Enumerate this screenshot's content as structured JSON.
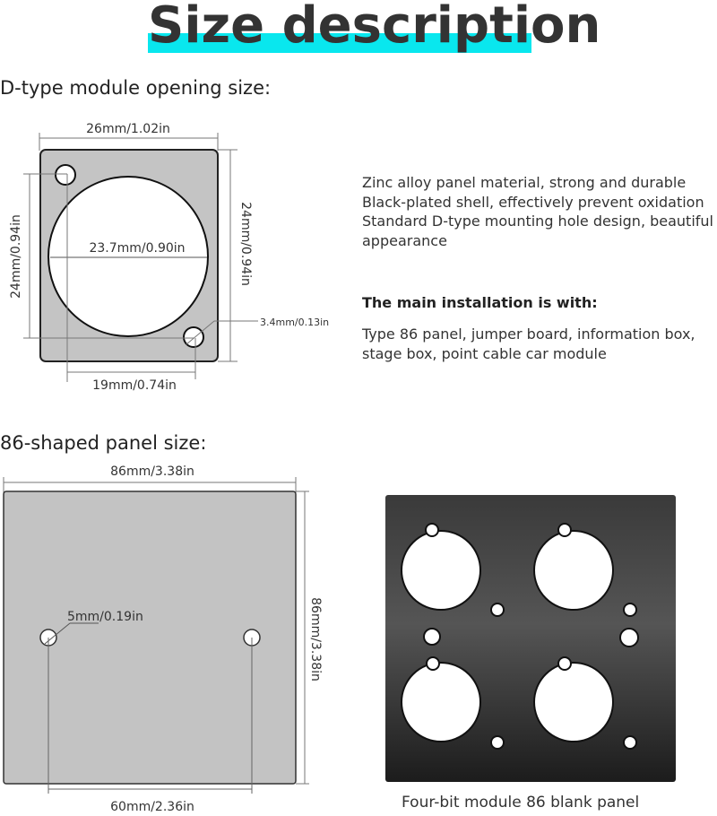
{
  "header": {
    "title": "Size description",
    "highlight_color": "#09e7ee"
  },
  "d_type_section": {
    "heading": "D-type module opening size:",
    "dimensions": {
      "width": "26mm/1.02in",
      "height_left": "24mm/0.94in",
      "height_right": "24mm/0.94in",
      "hole_diameter": "23.7mm/0.90in",
      "screw_hole": "3.4mm/0.13in",
      "screw_spacing": "19mm/0.74in"
    }
  },
  "features": {
    "lines": [
      "Zinc alloy panel material, strong and durable",
      "Black-plated shell, effectively prevent oxidation",
      "Standard D-type mounting hole design, beautiful",
      "appearance"
    ]
  },
  "installation": {
    "heading": "The main installation is with:",
    "lines": [
      "Type 86 panel, jumper board, information box,",
      "stage box, point cable car module"
    ]
  },
  "panel_section": {
    "heading": "86-shaped panel size:",
    "dimensions": {
      "width": "86mm/3.38in",
      "height": "86mm/3.38in",
      "mount_hole": "5mm/0.19in",
      "hole_spacing": "60mm/2.36in"
    }
  },
  "product_photo": {
    "caption": "Four-bit module 86 blank panel"
  }
}
